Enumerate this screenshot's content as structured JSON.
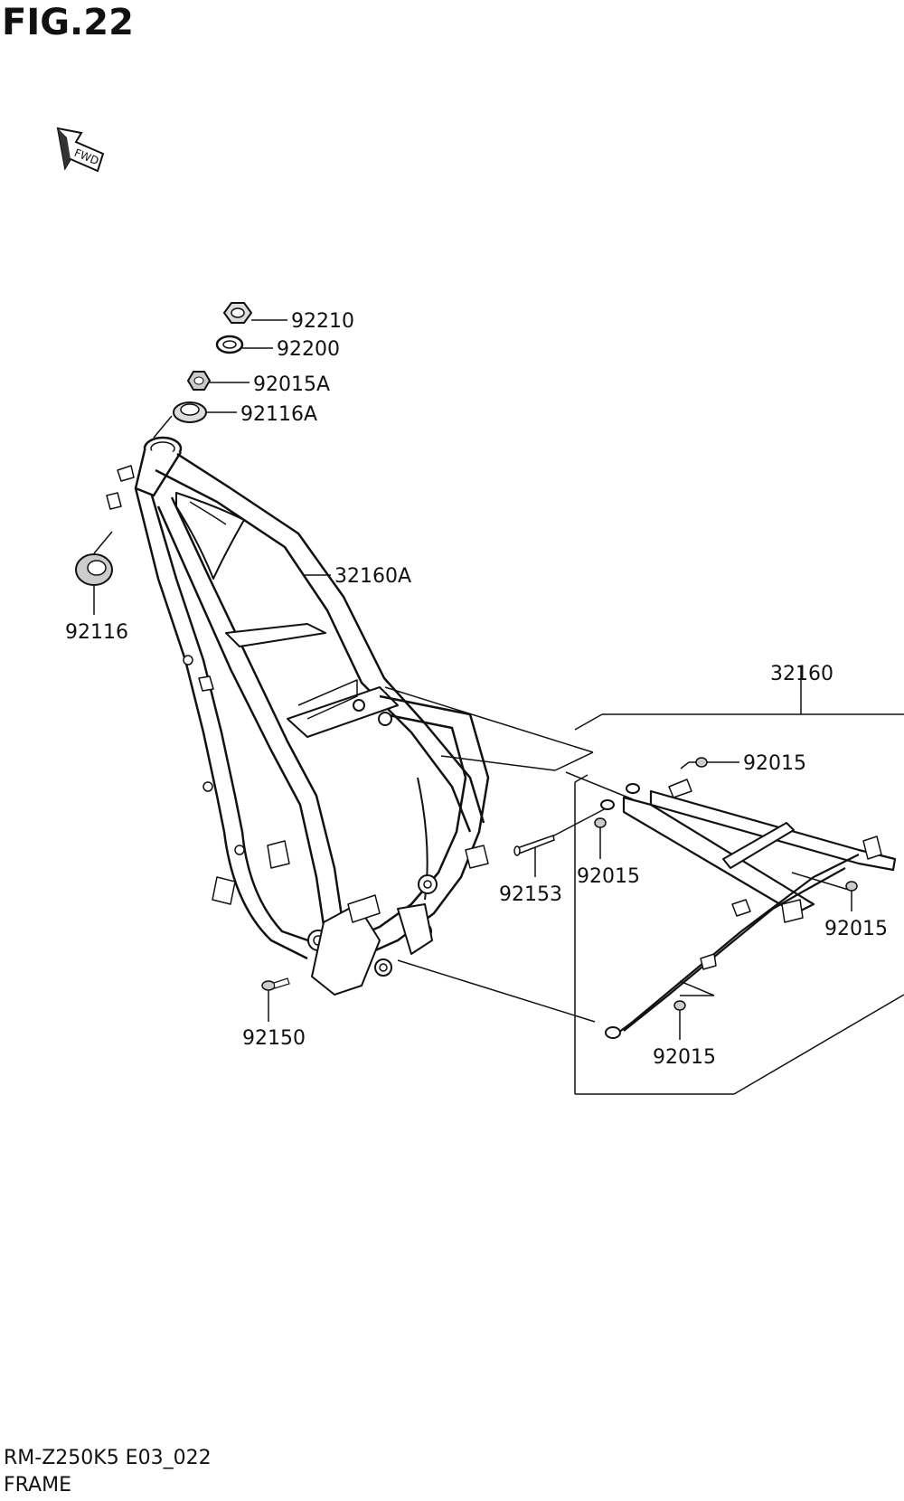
{
  "figure": {
    "title": "FIG.22",
    "fwd_label": "FWD"
  },
  "parts": {
    "p92210": "92210",
    "p92200": "92200",
    "p92015A": "92015A",
    "p92116A": "92116A",
    "p32160A": "32160A",
    "p92116": "92116",
    "p32160": "32160",
    "p92015_top": "92015",
    "p92153": "92153",
    "p92015_mid": "92015",
    "p92015_right": "92015",
    "p92150": "92150",
    "p92015_bottom": "92015"
  },
  "footer": {
    "code": "RM-Z250K5 E03_022",
    "name": "FRAME"
  }
}
